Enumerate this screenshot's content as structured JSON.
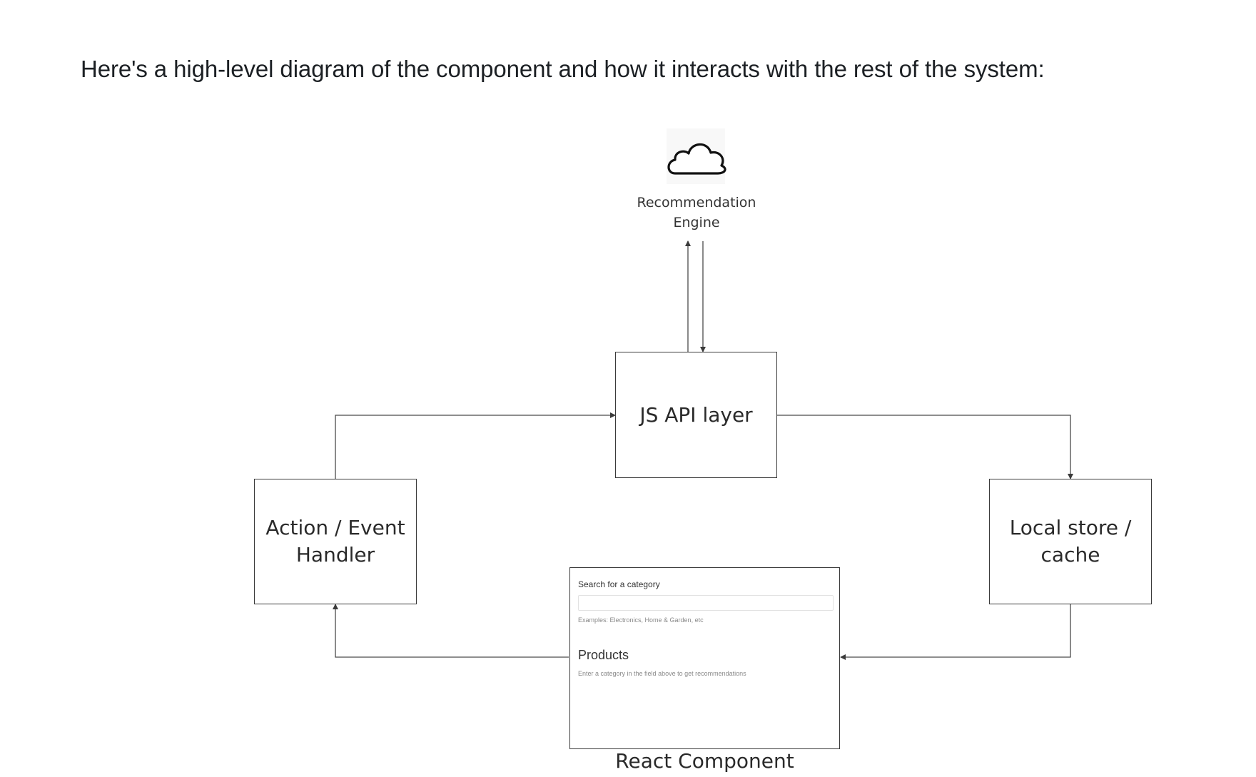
{
  "intro_text": "Here's a high-level diagram of the component and how it interacts with the rest of the system:",
  "diagram": {
    "cloud": {
      "icon": "cloud-icon",
      "label": "Recommendation\nEngine"
    },
    "api_layer": {
      "label": "JS API layer"
    },
    "action_handler": {
      "label": "Action / Event\nHandler"
    },
    "local_store": {
      "label": "Local store /\ncache"
    },
    "react_component": {
      "caption": "React Component",
      "search_label": "Search for a category",
      "search_value": "",
      "hint": "Examples: Electronics, Home & Garden, etc",
      "products_heading": "Products",
      "products_subtext": "Enter a category in the field above to get recommendations"
    },
    "colors": {
      "line": "#4a4a4a",
      "box_border": "#3a3a3a",
      "text": "#2a2a2a"
    }
  }
}
